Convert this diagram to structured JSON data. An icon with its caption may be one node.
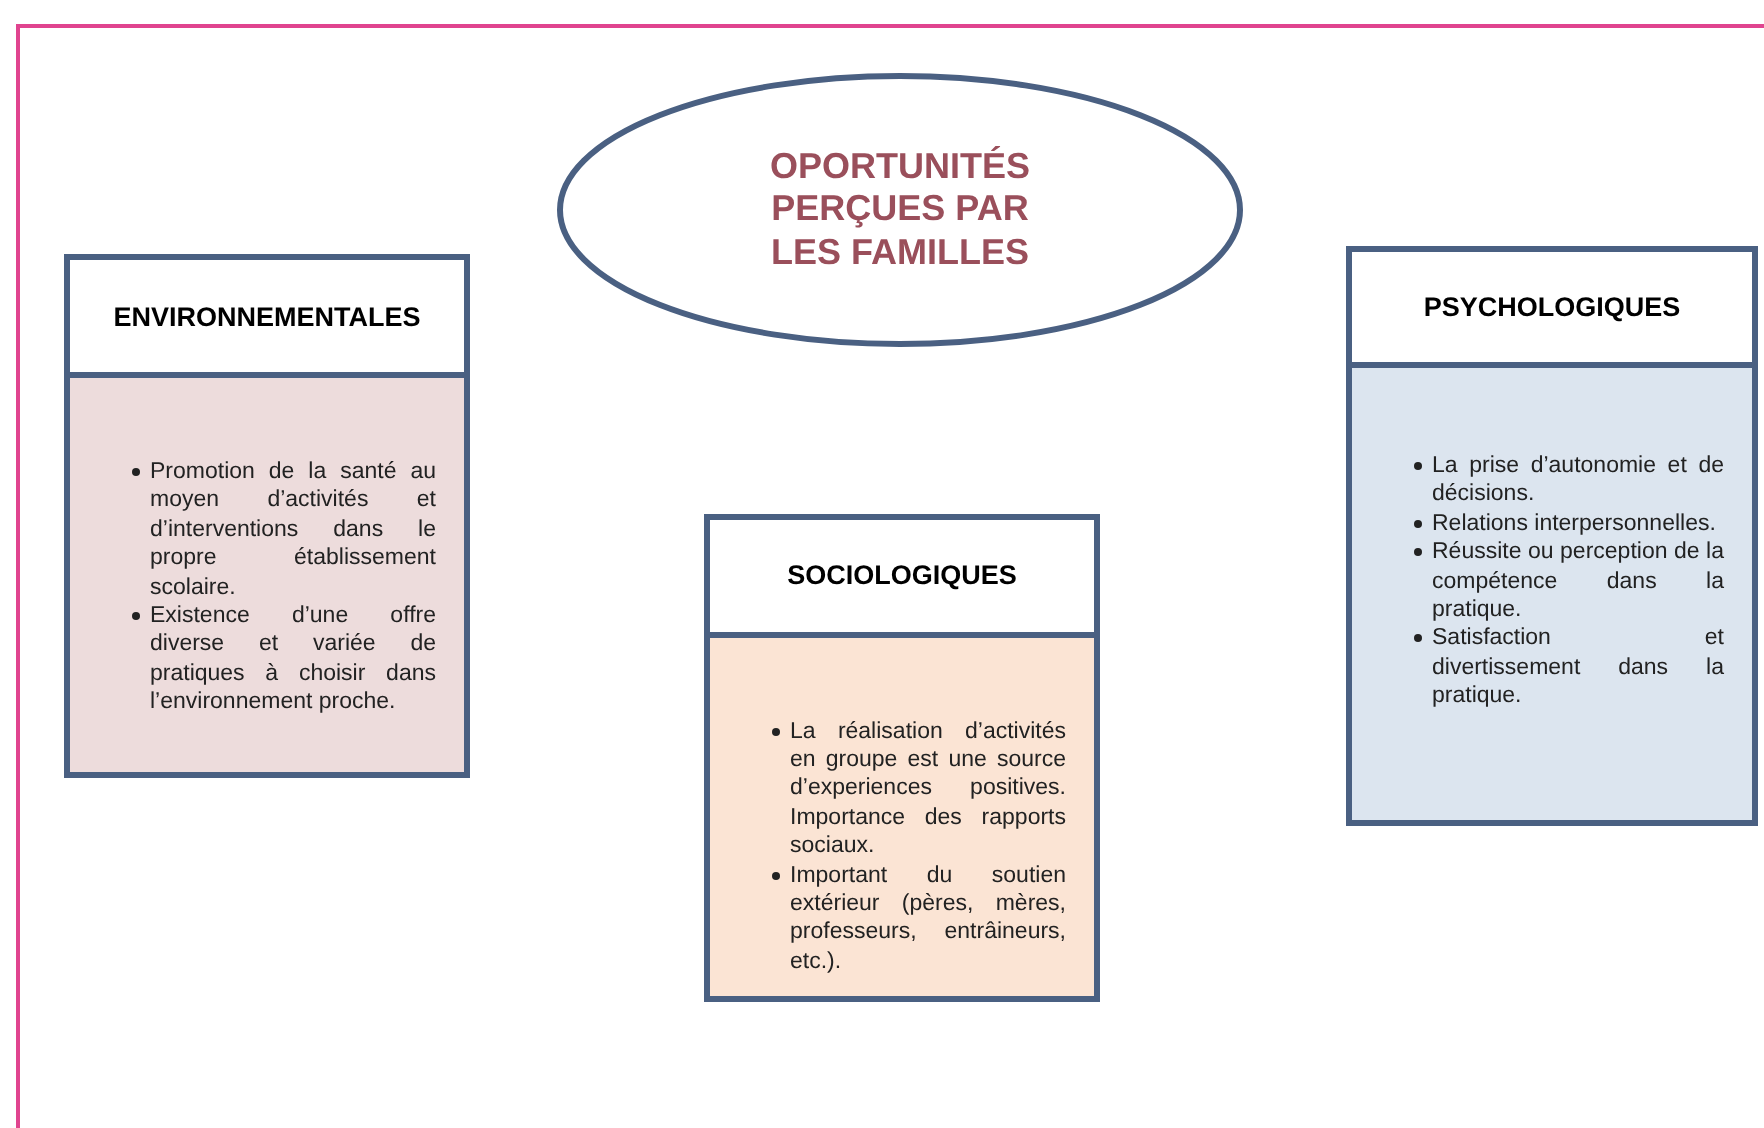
{
  "diagram": {
    "nodes": [
      {
        "text": [
          "OPORTUNITÉS PERÇUES PAR LES FAMILLES"
        ]
      },
      {
        "text": [
          "ENVIRONNEMENTALES",
          "Promotion de la santé au moyen d’activités et d’interventions dans le propre établissement scolaire.",
          "Existence d’une offre diverse et variée de pratiques à choisir dans l’environnement proche."
        ]
      },
      {
        "text": [
          "SOCIOLOGIQUES",
          "La réalisation d’activités en groupe est une source d’experiences positives. Importance des rapports sociaux.",
          "Important du soutien extérieur (pères, mères, professeurs, entrâineurs, etc.)."
        ]
      },
      {
        "text": [
          "PSYCHOLOGIQUES",
          "La prise d’autonomie et de décisions.",
          "Relations interpersonnelles.",
          "Réussite ou perception de la compétence dans la pratique.",
          "Satisfaction et divertissement dans la pratique."
        ]
      }
    ]
  }
}
